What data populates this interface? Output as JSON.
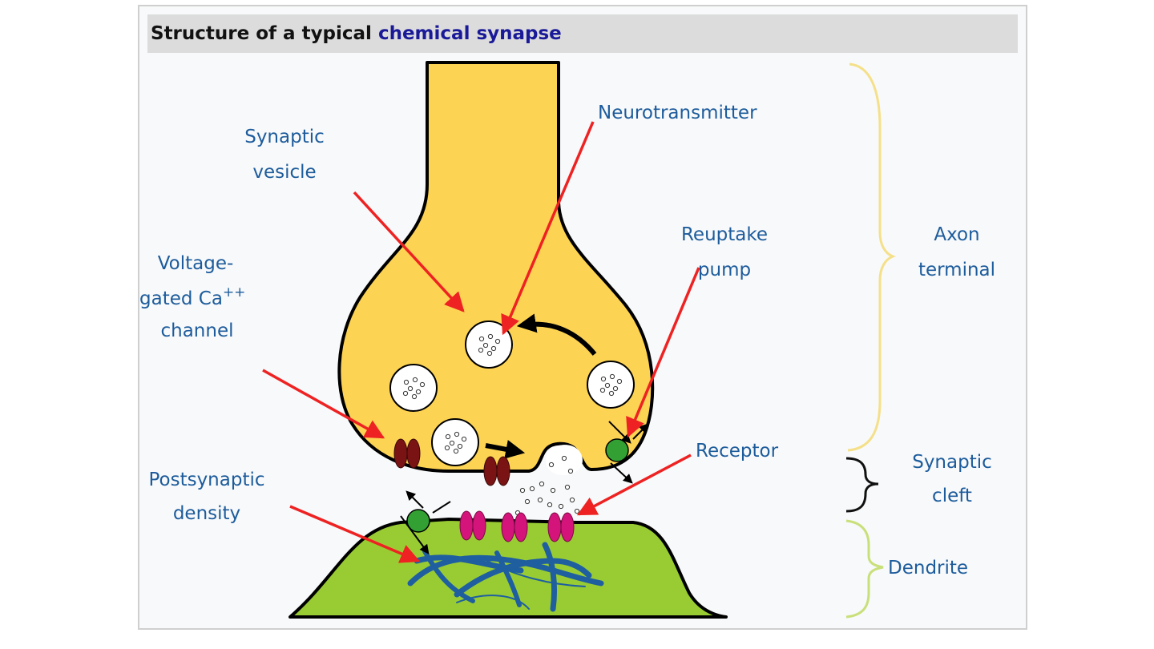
{
  "title": {
    "prefix": "Structure of a typical ",
    "link": "chemical synapse"
  },
  "labels": {
    "synaptic_vesicle": [
      "Synaptic",
      "vesicle"
    ],
    "neurotransmitter": "Neurotransmitter",
    "reuptake_pump": [
      "Reuptake",
      "pump"
    ],
    "voltage_channel": [
      "Voltage-",
      "gated Ca",
      "++",
      "channel"
    ],
    "receptor": "Receptor",
    "postsynaptic_density": [
      "Postsynaptic",
      "density"
    ],
    "axon_terminal": [
      "Axon",
      "terminal"
    ],
    "synaptic_cleft": [
      "Synaptic",
      "cleft"
    ],
    "dendrite": "Dendrite"
  },
  "colors": {
    "label_text": "#1d5c9c",
    "axon_fill": "#fdd353",
    "dendrite_fill": "#99cc33",
    "arrow_red": "#ee2222",
    "channel": "#7a1414",
    "receptor": "#d4147a",
    "pump": "#33a033",
    "cytoskeleton": "#1f5fa0",
    "brace_axon": "#f5e08a",
    "brace_cleft": "#111111",
    "brace_dendrite": "#c9e07a"
  }
}
